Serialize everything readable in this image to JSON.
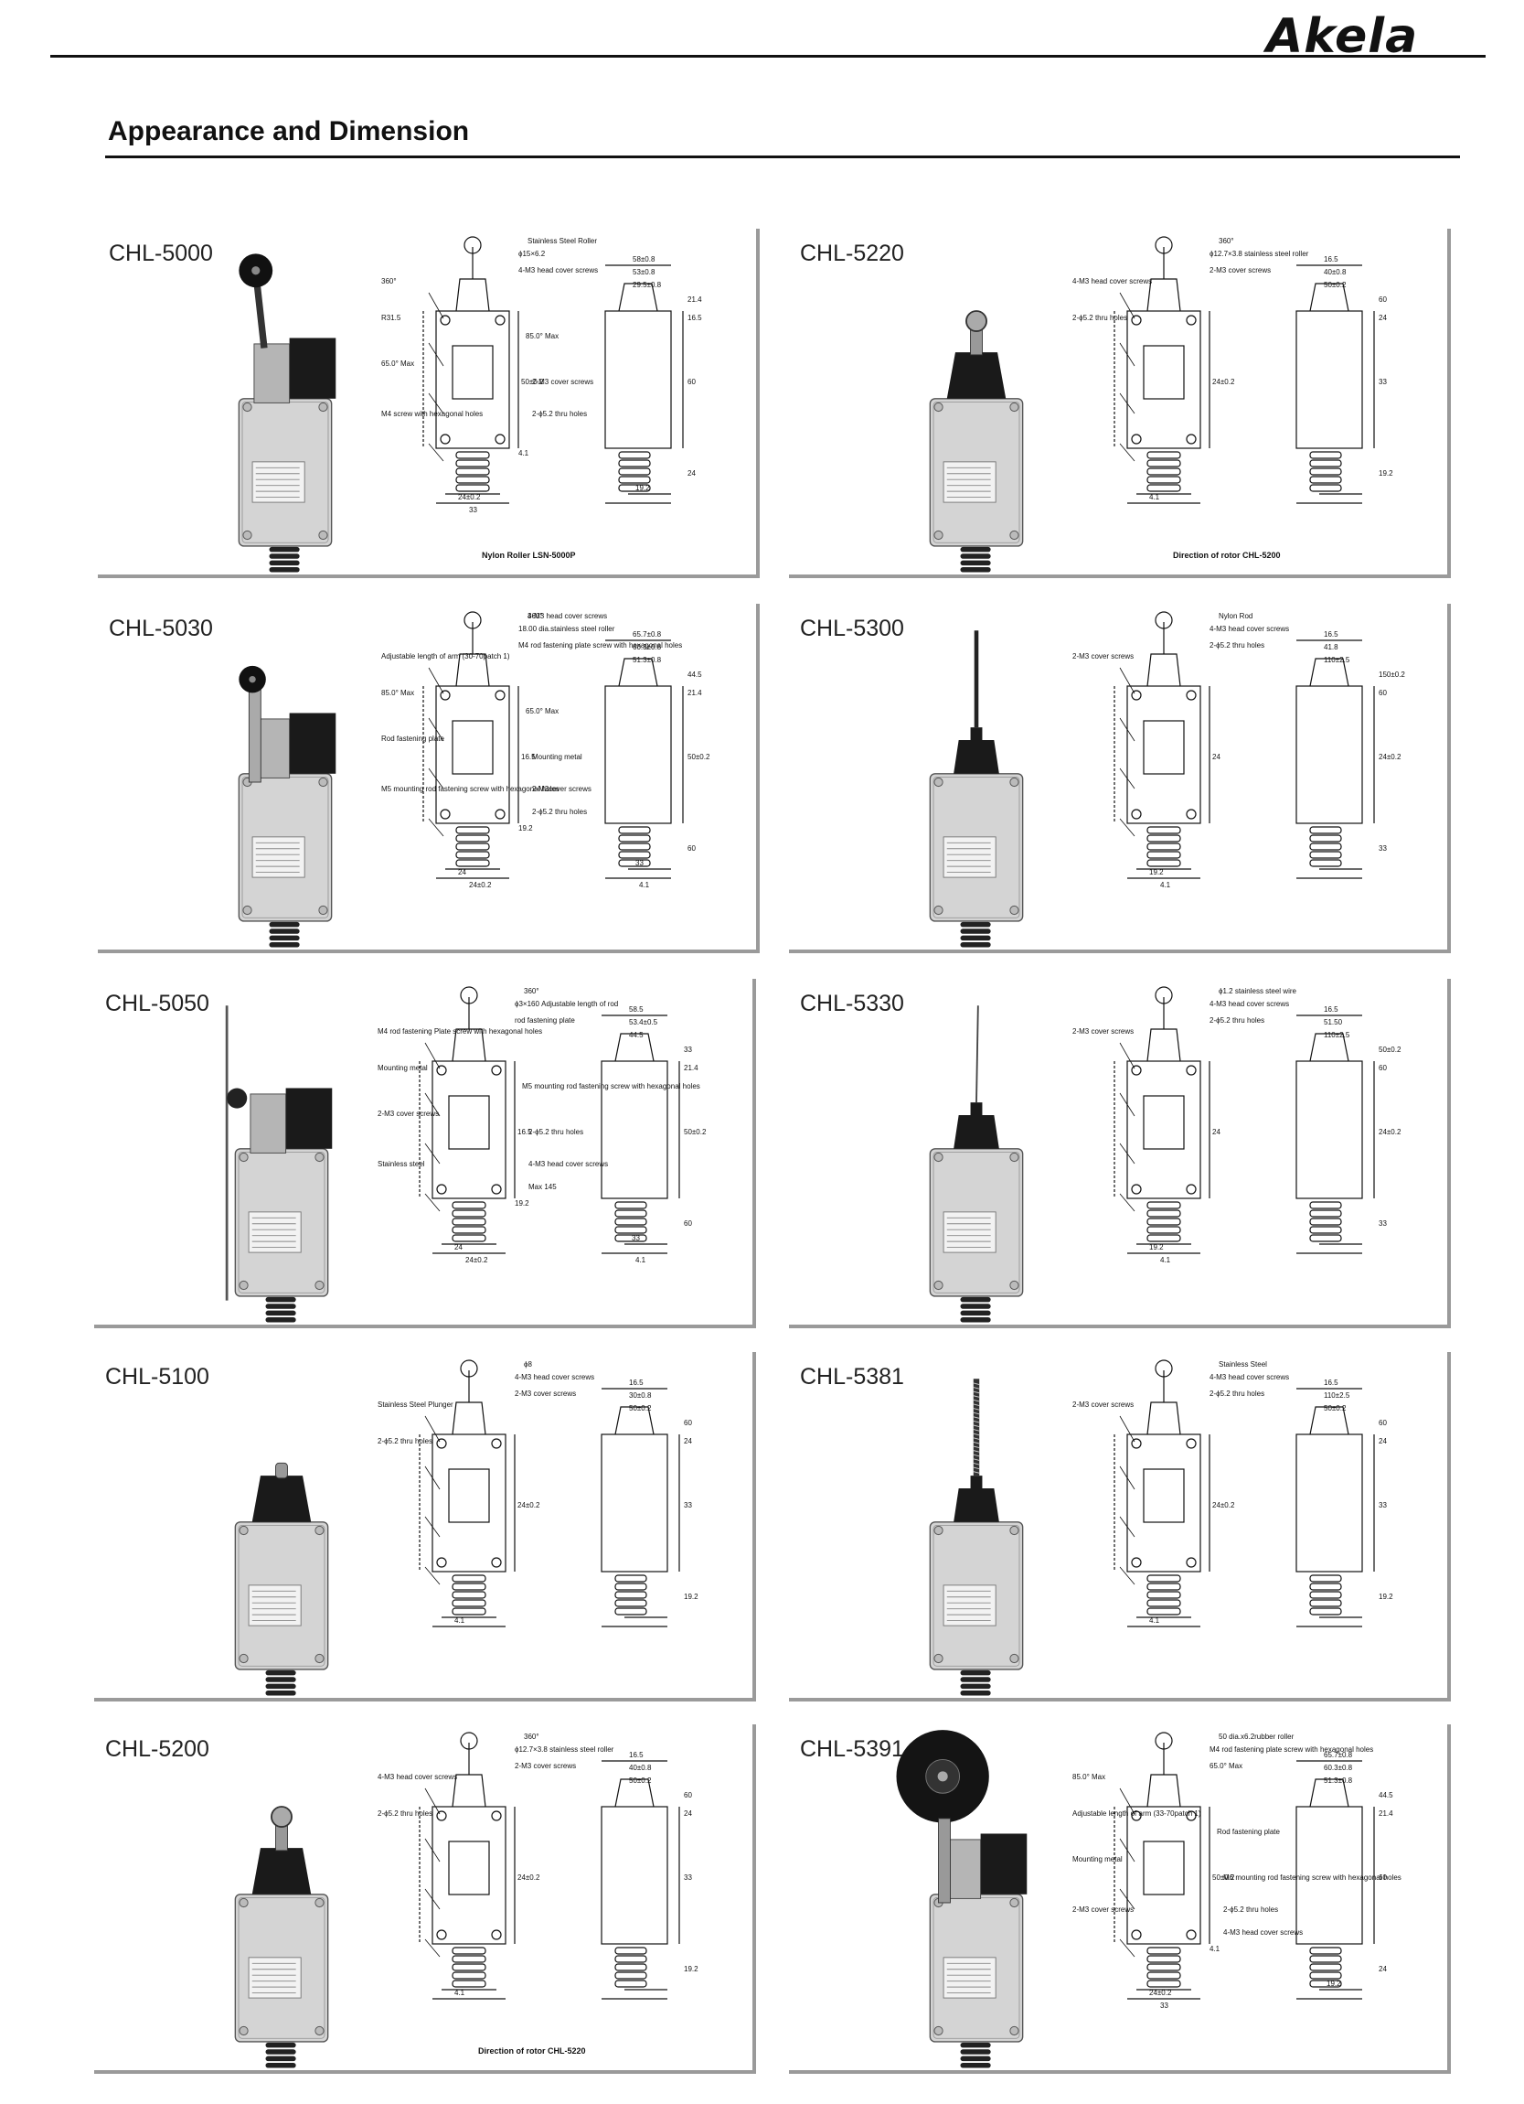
{
  "brand": {
    "logo_text": "Akela"
  },
  "page": {
    "title": "Appearance and Dimension"
  },
  "colors": {
    "panel_shadow": "#9a9a9a",
    "ink": "#111111",
    "switch_body": "#cfcfcf",
    "actuator": "#1a1a1a"
  },
  "panels": [
    {
      "model": "CHL-5000",
      "caption": "Nylon Roller LSN-5000P",
      "labels": [
        "Stainless Steel Roller",
        "ϕ15×6.2",
        "360°",
        "4-M3 head cover screws",
        "R31.5",
        "85.0° Max",
        "65.0° Max",
        "2-M3 cover screws",
        "M4 screw with hexagonal holes",
        "2-ϕ5.2 thru holes"
      ],
      "dims": [
        "58±0.8",
        "53±0.8",
        "29.5±0.8",
        "21.4",
        "16.5",
        "50±0.2",
        "60",
        "24",
        "24±0.2",
        "33",
        "19.2",
        "4.1"
      ]
    },
    {
      "model": "CHL-5220",
      "caption": "Direction of rotor CHL-5200",
      "labels": [
        "360°",
        "ϕ12.7×3.8 stainless steel roller",
        "4-M3 head cover screws",
        "2-M3 cover screws",
        "2-ϕ5.2 thru holes"
      ],
      "dims": [
        "16.5",
        "40±0.8",
        "50±0.2",
        "60",
        "24",
        "24±0.2",
        "33",
        "19.2",
        "4.1"
      ]
    },
    {
      "model": "CHL-5030",
      "caption": "",
      "labels": [
        "360°",
        "18.00 dia.stainless steel roller",
        "Adjustable length of arm (30-70patch 1)",
        "M4 rod fastening plate screw with hexagonal holes",
        "85.0° Max",
        "65.0° Max",
        "Rod fastening plate",
        "Mounting metal",
        "M5 mounting rod fastening screw with hexagonal holes",
        "2-M3cover screws",
        "2-ϕ5.2 thru holes",
        "4-M3 head cover screws"
      ],
      "dims": [
        "65.7±0.8",
        "60.3±0.8",
        "51.3±0.8",
        "44.5",
        "21.4",
        "16.5",
        "50±0.2",
        "60",
        "24",
        "24±0.2",
        "33",
        "19.2",
        "4.1"
      ]
    },
    {
      "model": "CHL-5300",
      "caption": "",
      "labels": [
        "Nylon Rod",
        "4-M3 head cover screws",
        "2-M3 cover screws",
        "2-ϕ5.2 thru holes"
      ],
      "dims": [
        "16.5",
        "41.8",
        "110±2.5",
        "150±0.2",
        "60",
        "24",
        "24±0.2",
        "33",
        "19.2",
        "4.1"
      ]
    },
    {
      "model": "CHL-5050",
      "caption": "",
      "labels": [
        "360°",
        "ϕ3×160 Adjustable length of rod",
        "M4 rod fastening Plate screw with hexagonal holes",
        "rod fastening plate",
        "Mounting metal",
        "M5 mounting rod fastening screw with hexagonal holes",
        "2-M3 cover screws",
        "2-ϕ5.2 thru holes",
        "Stainless steel",
        "4-M3 head cover screws",
        "Max 145"
      ],
      "dims": [
        "58.5",
        "53.4±0.5",
        "44.5",
        "33",
        "21.4",
        "16.5",
        "50±0.2",
        "60",
        "24",
        "24±0.2",
        "33",
        "19.2",
        "4.1"
      ]
    },
    {
      "model": "CHL-5330",
      "caption": "",
      "labels": [
        "ϕ1.2 stainless steel wire",
        "4-M3 head cover screws",
        "2-M3 cover screws",
        "2-ϕ5.2 thru holes"
      ],
      "dims": [
        "16.5",
        "51.50",
        "110±2.5",
        "50±0.2",
        "60",
        "24",
        "24±0.2",
        "33",
        "19.2",
        "4.1"
      ]
    },
    {
      "model": "CHL-5100",
      "caption": "",
      "labels": [
        "ϕ8",
        "4-M3 head cover screws",
        "Stainless Steel Plunger",
        "2-M3 cover screws",
        "2-ϕ5.2 thru holes"
      ],
      "dims": [
        "16.5",
        "30±0.8",
        "50±0.2",
        "60",
        "24",
        "24±0.2",
        "33",
        "19.2",
        "4.1"
      ]
    },
    {
      "model": "CHL-5381",
      "caption": "",
      "labels": [
        "Stainless Steel",
        "4-M3 head cover screws",
        "2-M3 cover screws",
        "2-ϕ5.2 thru holes"
      ],
      "dims": [
        "16.5",
        "110±2.5",
        "50±0.2",
        "60",
        "24",
        "24±0.2",
        "33",
        "19.2",
        "4.1"
      ]
    },
    {
      "model": "CHL-5200",
      "caption": "Direction of rotor CHL-5220",
      "labels": [
        "360°",
        "ϕ12.7×3.8 stainless steel roller",
        "4-M3 head cover screws",
        "2-M3 cover screws",
        "2-ϕ5.2 thru holes"
      ],
      "dims": [
        "16.5",
        "40±0.8",
        "50±0.2",
        "60",
        "24",
        "24±0.2",
        "33",
        "19.2",
        "4.1"
      ]
    },
    {
      "model": "CHL-5391",
      "caption": "",
      "labels": [
        "50 dia.x6.2rubber roller",
        "M4 rod fastening plate screw with hexagonal holes",
        "85.0° Max",
        "65.0° Max",
        "Adjustable length of arm (33-70patch 1)",
        "Rod fastening plate",
        "Mounting metal",
        "M6 mounting rod fastening screw with hexagonal holes",
        "2-M3 cover screws",
        "2-ϕ5.2 thru holes",
        "4-M3 head cover screws"
      ],
      "dims": [
        "65.7±0.8",
        "60.3±0.8",
        "51.3±0.8",
        "44.5",
        "21.4",
        "50±0.2",
        "60",
        "24",
        "24±0.2",
        "33",
        "19.2",
        "4.1"
      ]
    }
  ]
}
